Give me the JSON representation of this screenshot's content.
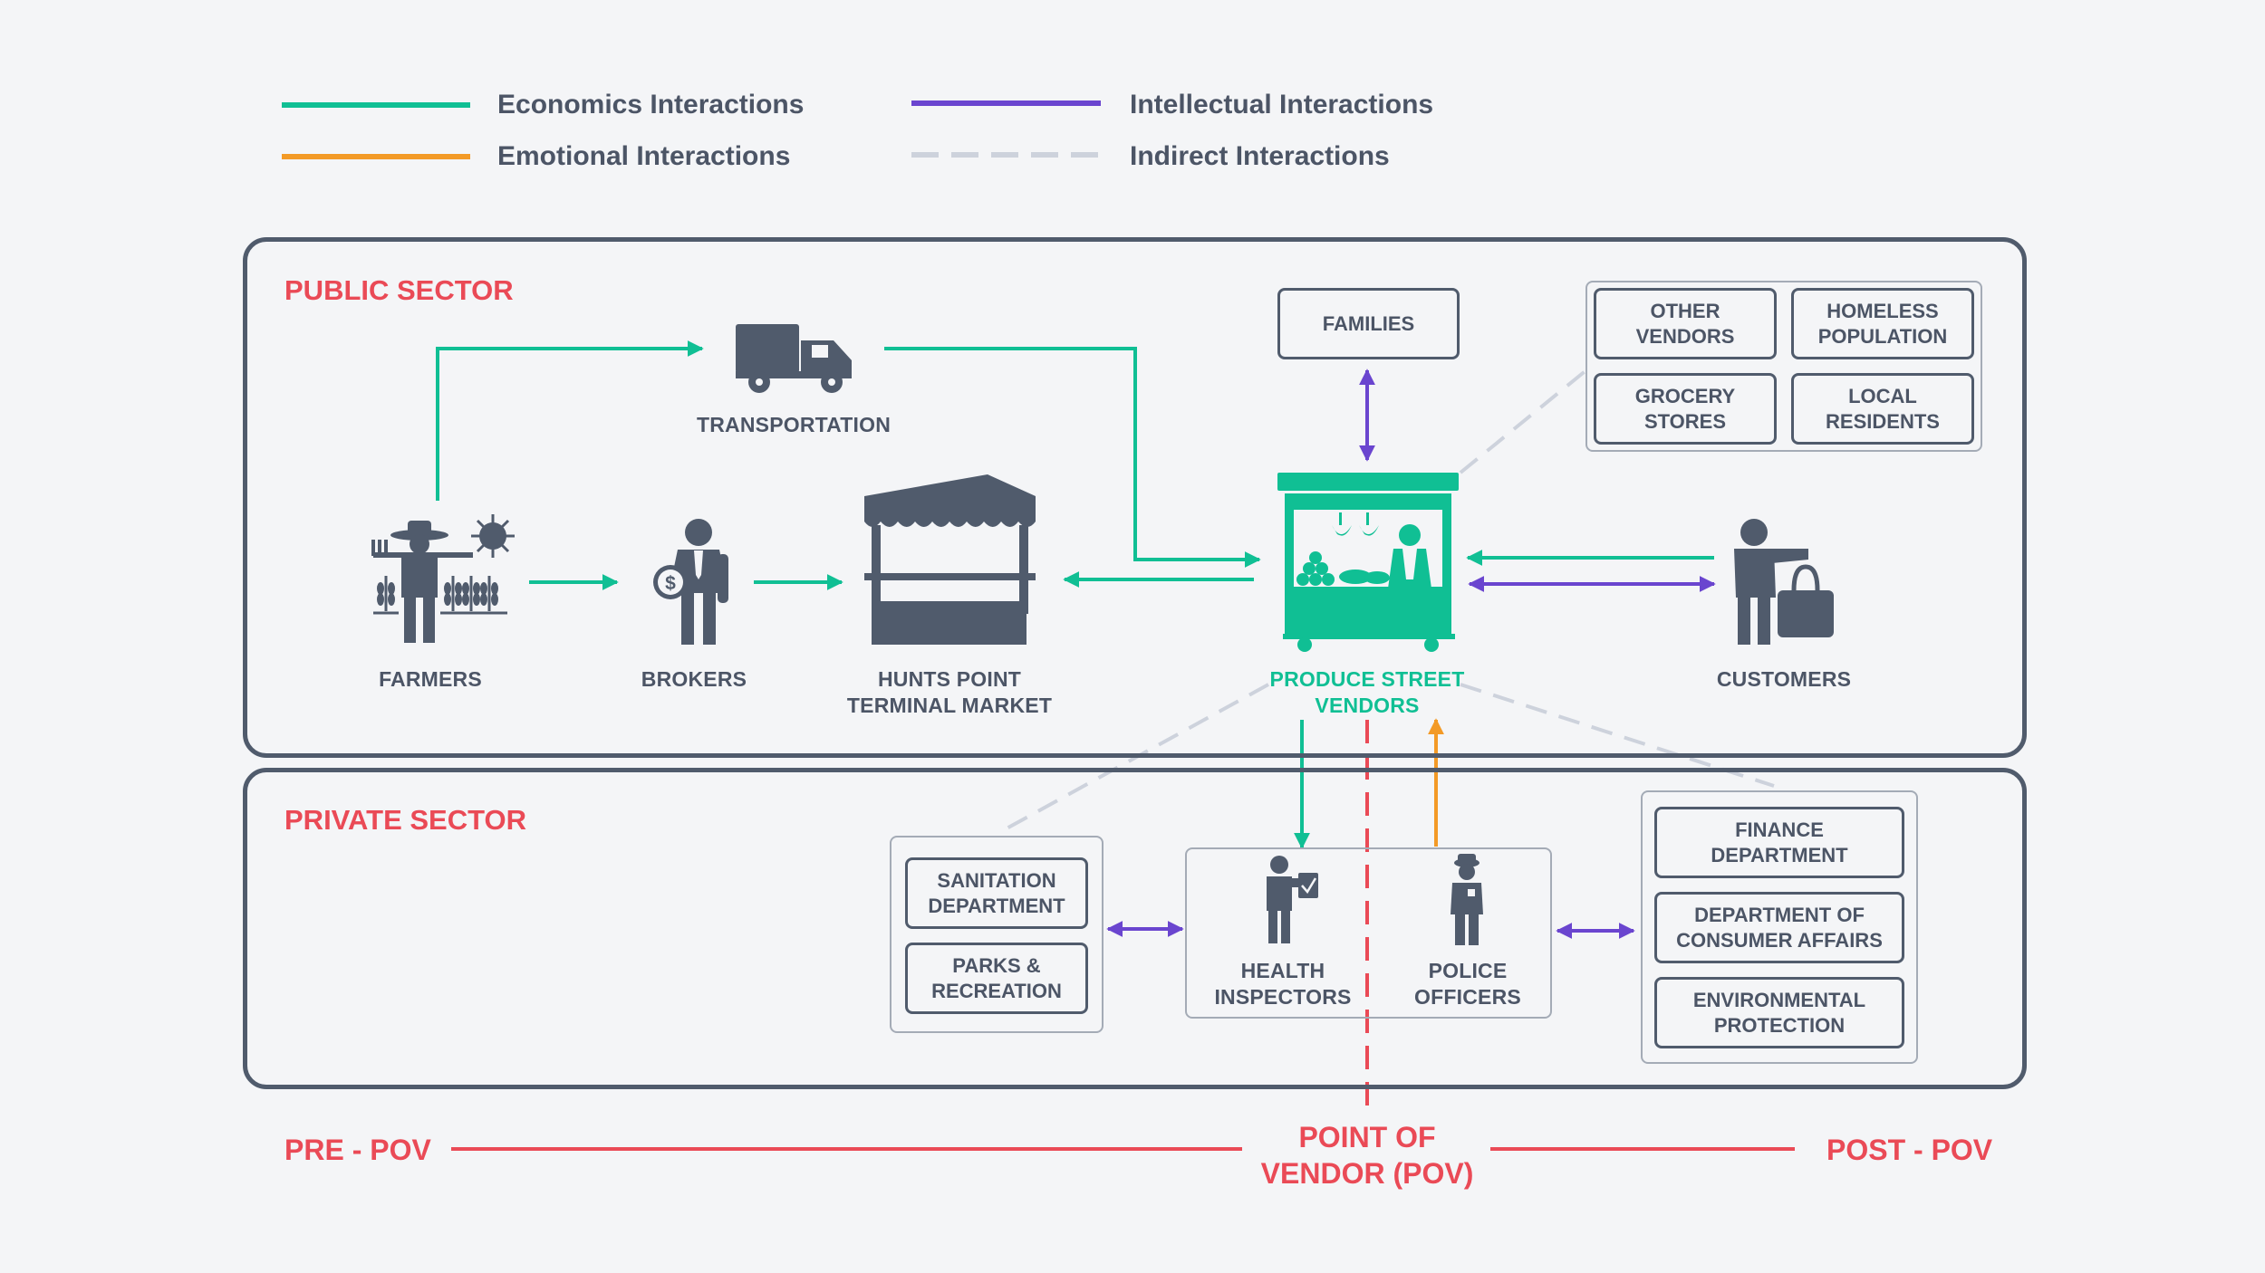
{
  "legend": {
    "economics": "Economics Interactions",
    "emotional": "Emotional Interactions",
    "intellectual": "Intellectual Interactions",
    "indirect": "Indirect Interactions"
  },
  "colors": {
    "economics": "#10bf94",
    "emotional": "#f39a26",
    "intellectual": "#6a45cf",
    "indirect": "#cdd2dc",
    "accent": "#ea4a56",
    "ink": "#505b6c",
    "background": "#f4f5f7"
  },
  "sectors": {
    "public": "PUBLIC SECTOR",
    "private": "PRIVATE SECTOR"
  },
  "nodes": {
    "transportation": "TRANSPORTATION",
    "farmers": "FARMERS",
    "brokers": "BROKERS",
    "hunts_point": "HUNTS POINT\nTERMINAL MARKET",
    "produce_vendors": "PRODUCE STREET\nVENDORS",
    "customers": "CUSTOMERS",
    "families": "FAMILIES",
    "health_inspectors": "HEALTH\nINSPECTORS",
    "police_officers": "POLICE\nOFFICERS"
  },
  "public_group": {
    "other_vendors": "OTHER\nVENDORS",
    "homeless": "HOMELESS\nPOPULATION",
    "grocery": "GROCERY\nSTORES",
    "local_residents": "LOCAL\nRESIDENTS"
  },
  "city_group_left": {
    "sanitation": "SANITATION\nDEPARTMENT",
    "parks": "PARKS &\nRECREATION"
  },
  "city_group_right": {
    "finance": "FINANCE\nDEPARTMENT",
    "consumer_affairs": "DEPARTMENT OF\nCONSUMER AFFAIRS",
    "environmental": "ENVIRONMENTAL\nPROTECTION"
  },
  "timeline": {
    "pre": "PRE - POV",
    "pov": "POINT OF\nVENDOR (POV)",
    "post": "POST - POV"
  },
  "icons": {
    "truck": "truck-icon",
    "farmer": "farmer-icon",
    "broker": "broker-icon",
    "market": "market-stall-icon",
    "vendor": "produce-cart-icon",
    "customer": "customer-icon",
    "inspector": "inspector-icon",
    "police": "police-icon"
  }
}
